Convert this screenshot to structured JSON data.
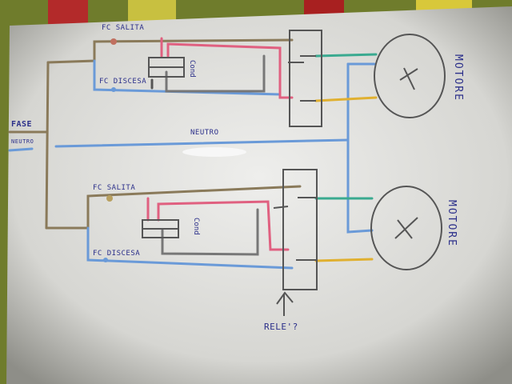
{
  "labels": {
    "fc_salita_top": "FC SALITA",
    "fc_discesa_top": "FC DISCESA",
    "cond_top": "Cond",
    "fase": "FASE",
    "neutro_left": "NEUTRO",
    "neutro_center": "NEUTRO",
    "fc_salita_bottom": "FC SALITA",
    "fc_discesa_bottom": "FC DISCESA",
    "cond_bottom": "Cond",
    "motore_top": "MOTORE",
    "motore_bottom": "MOTORE",
    "rele": "RELE'?"
  },
  "colors": {
    "phase_wire": "#8a7a5a",
    "neutral_wire": "#6a9ad8",
    "red_wire": "#e06080",
    "gray_wire": "#777777",
    "green_wire": "#3aaa90",
    "yellow_wire": "#e0b030",
    "ink": "#2b2f8a"
  }
}
